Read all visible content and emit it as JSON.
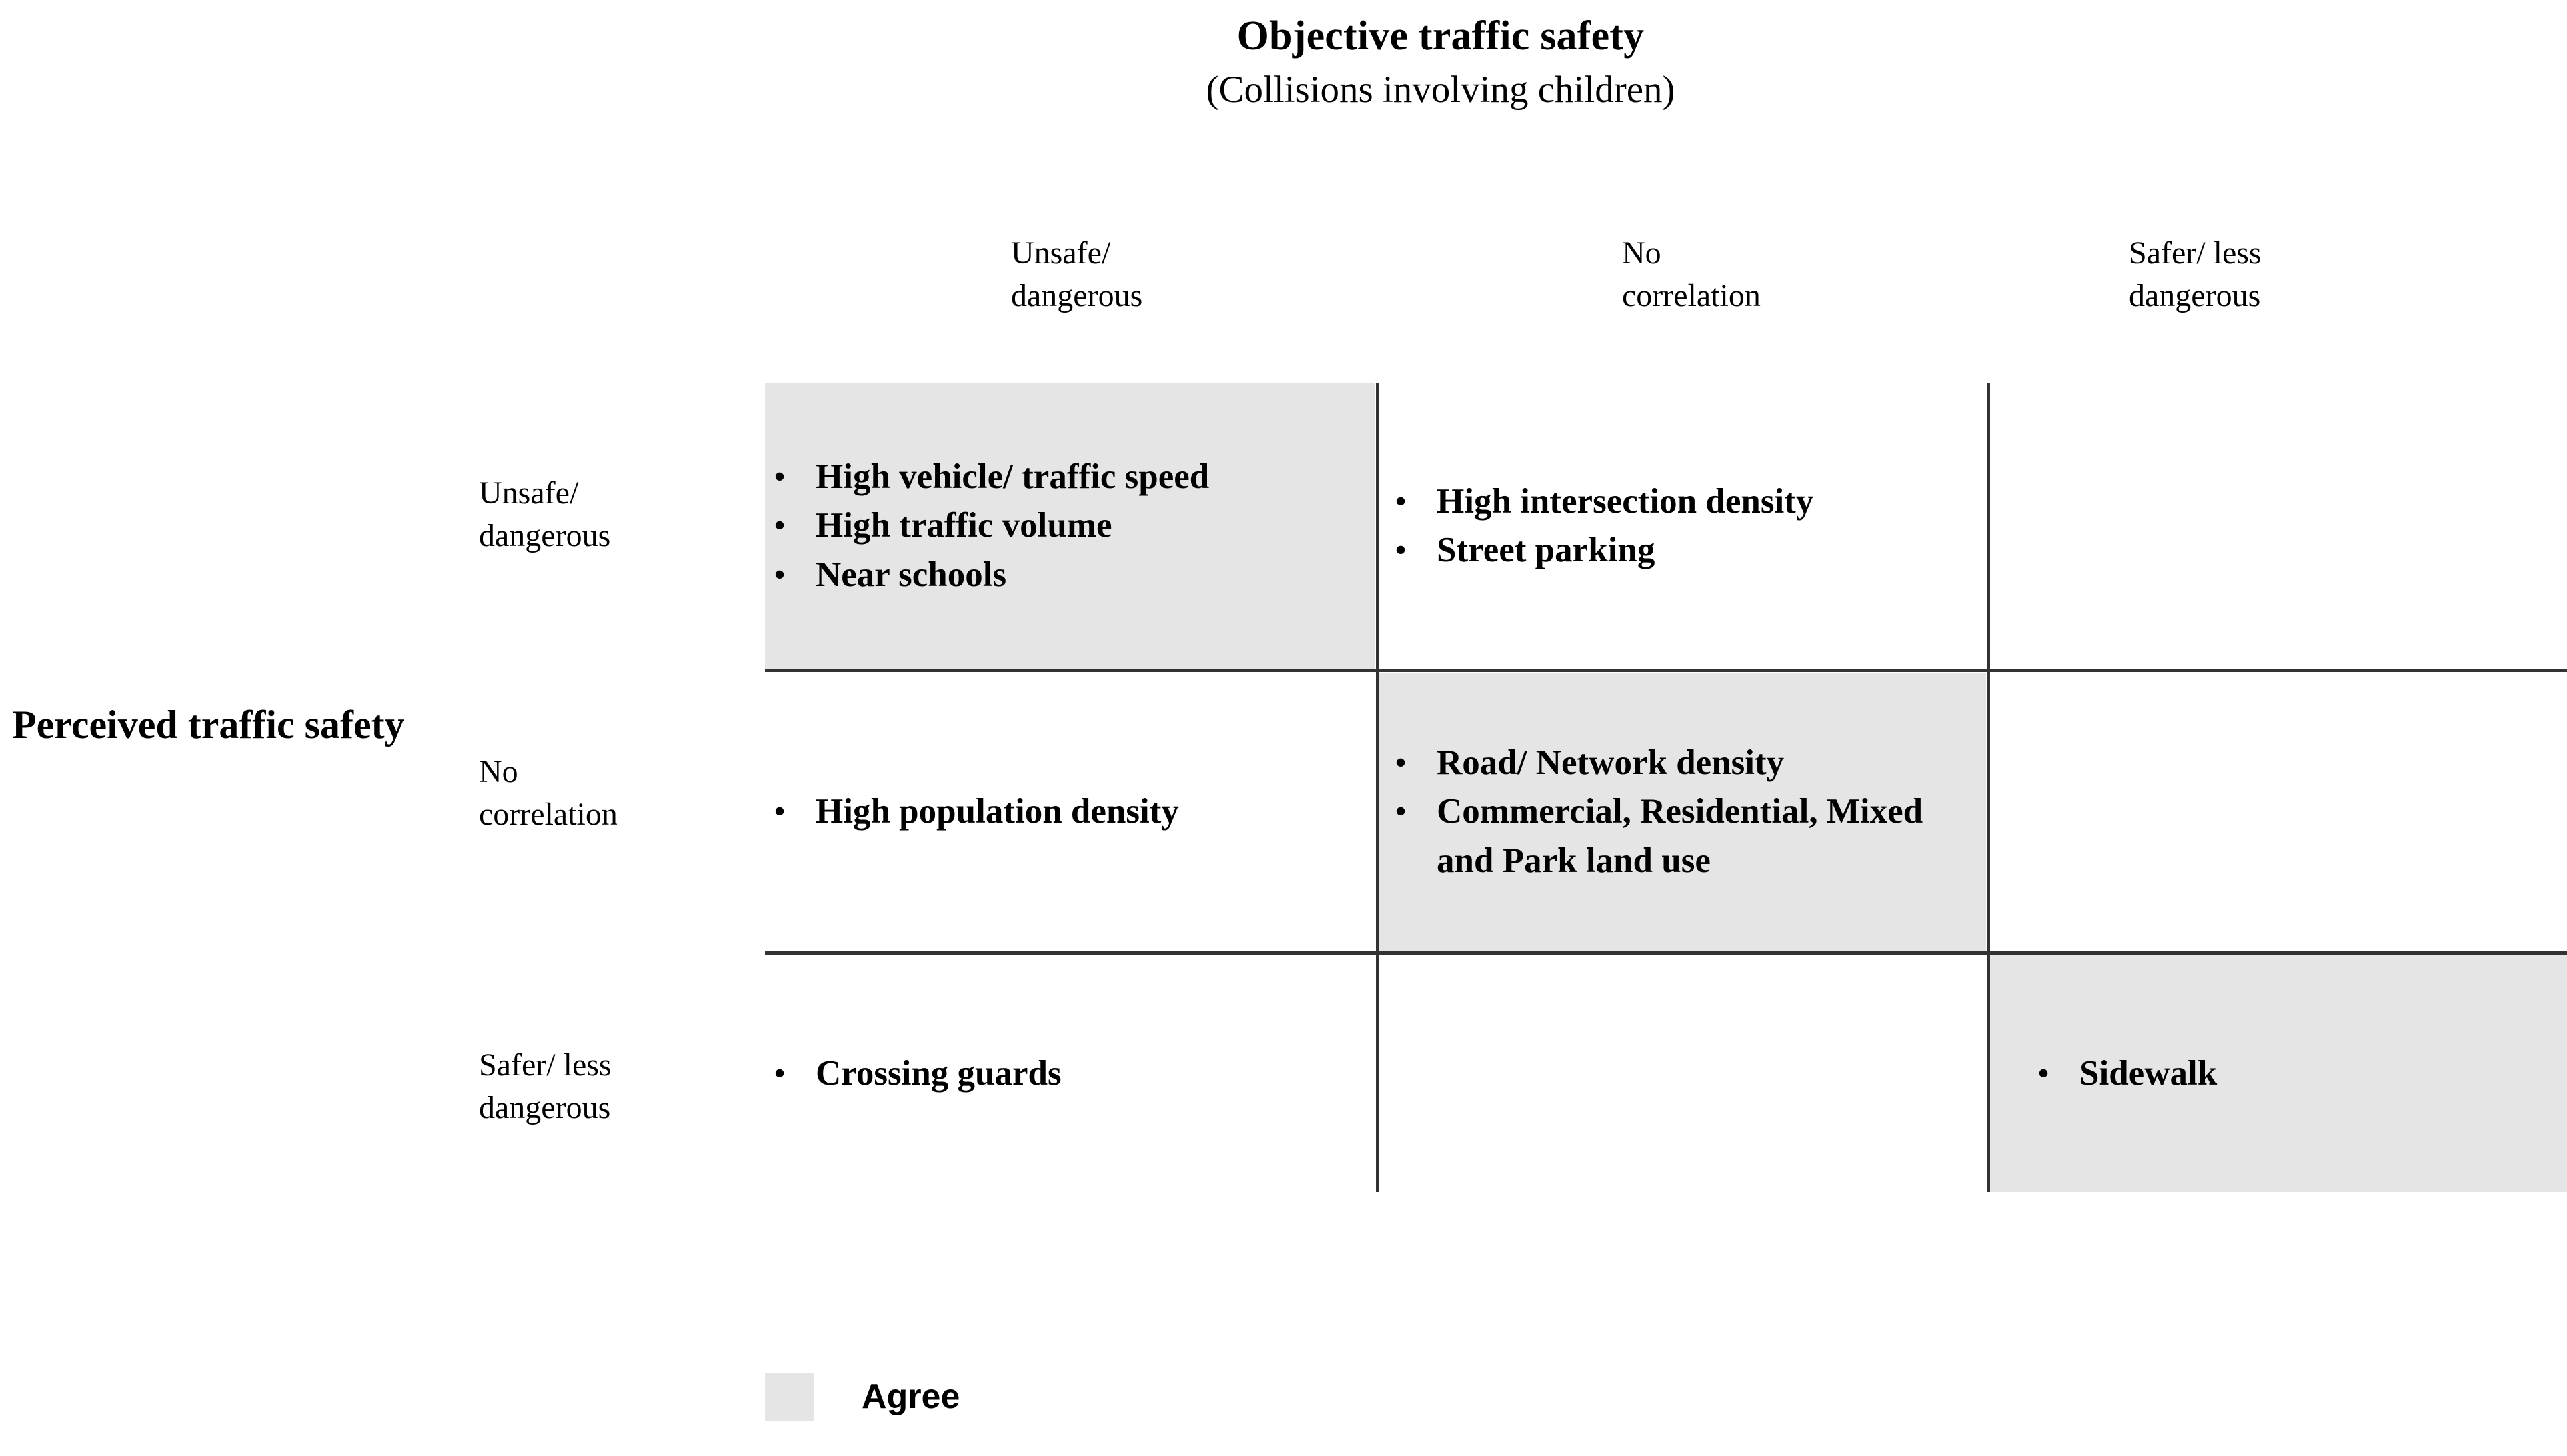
{
  "header": {
    "title": "Objective traffic safety",
    "subtitle": "(Collisions involving children)"
  },
  "row_axis": {
    "title": "Perceived traffic safety"
  },
  "columns": [
    {
      "label": "Unsafe/\ndangerous"
    },
    {
      "label": "No\ncorrelation"
    },
    {
      "label": "Safer/ less\ndangerous"
    }
  ],
  "rows": [
    {
      "label": "Unsafe/\ndangerous"
    },
    {
      "label": "No\ncorrelation"
    },
    {
      "label": "Safer/ less\ndangerous"
    }
  ],
  "bullet_glyph": "•",
  "cells": [
    [
      {
        "agree": true,
        "items": [
          "High vehicle/ traffic speed",
          "High traffic volume",
          "Near schools"
        ]
      },
      {
        "agree": false,
        "items": [
          "High intersection density",
          "Street parking"
        ]
      },
      {
        "agree": false,
        "items": []
      }
    ],
    [
      {
        "agree": false,
        "items": [
          "High population density"
        ]
      },
      {
        "agree": true,
        "items": [
          "Road/ Network density",
          "Commercial, Residential, Mixed and Park land use"
        ]
      },
      {
        "agree": false,
        "items": []
      }
    ],
    [
      {
        "agree": false,
        "items": [
          "Crossing guards"
        ]
      },
      {
        "agree": false,
        "items": []
      },
      {
        "agree": true,
        "items": [
          "Sidewalk"
        ]
      }
    ]
  ],
  "legend": {
    "label": "Agree",
    "swatch_color": "#e5e5e5"
  },
  "colors": {
    "agree_shade": "#e5e5e5",
    "rule": "#333333",
    "text": "#000000",
    "background": "#ffffff"
  }
}
